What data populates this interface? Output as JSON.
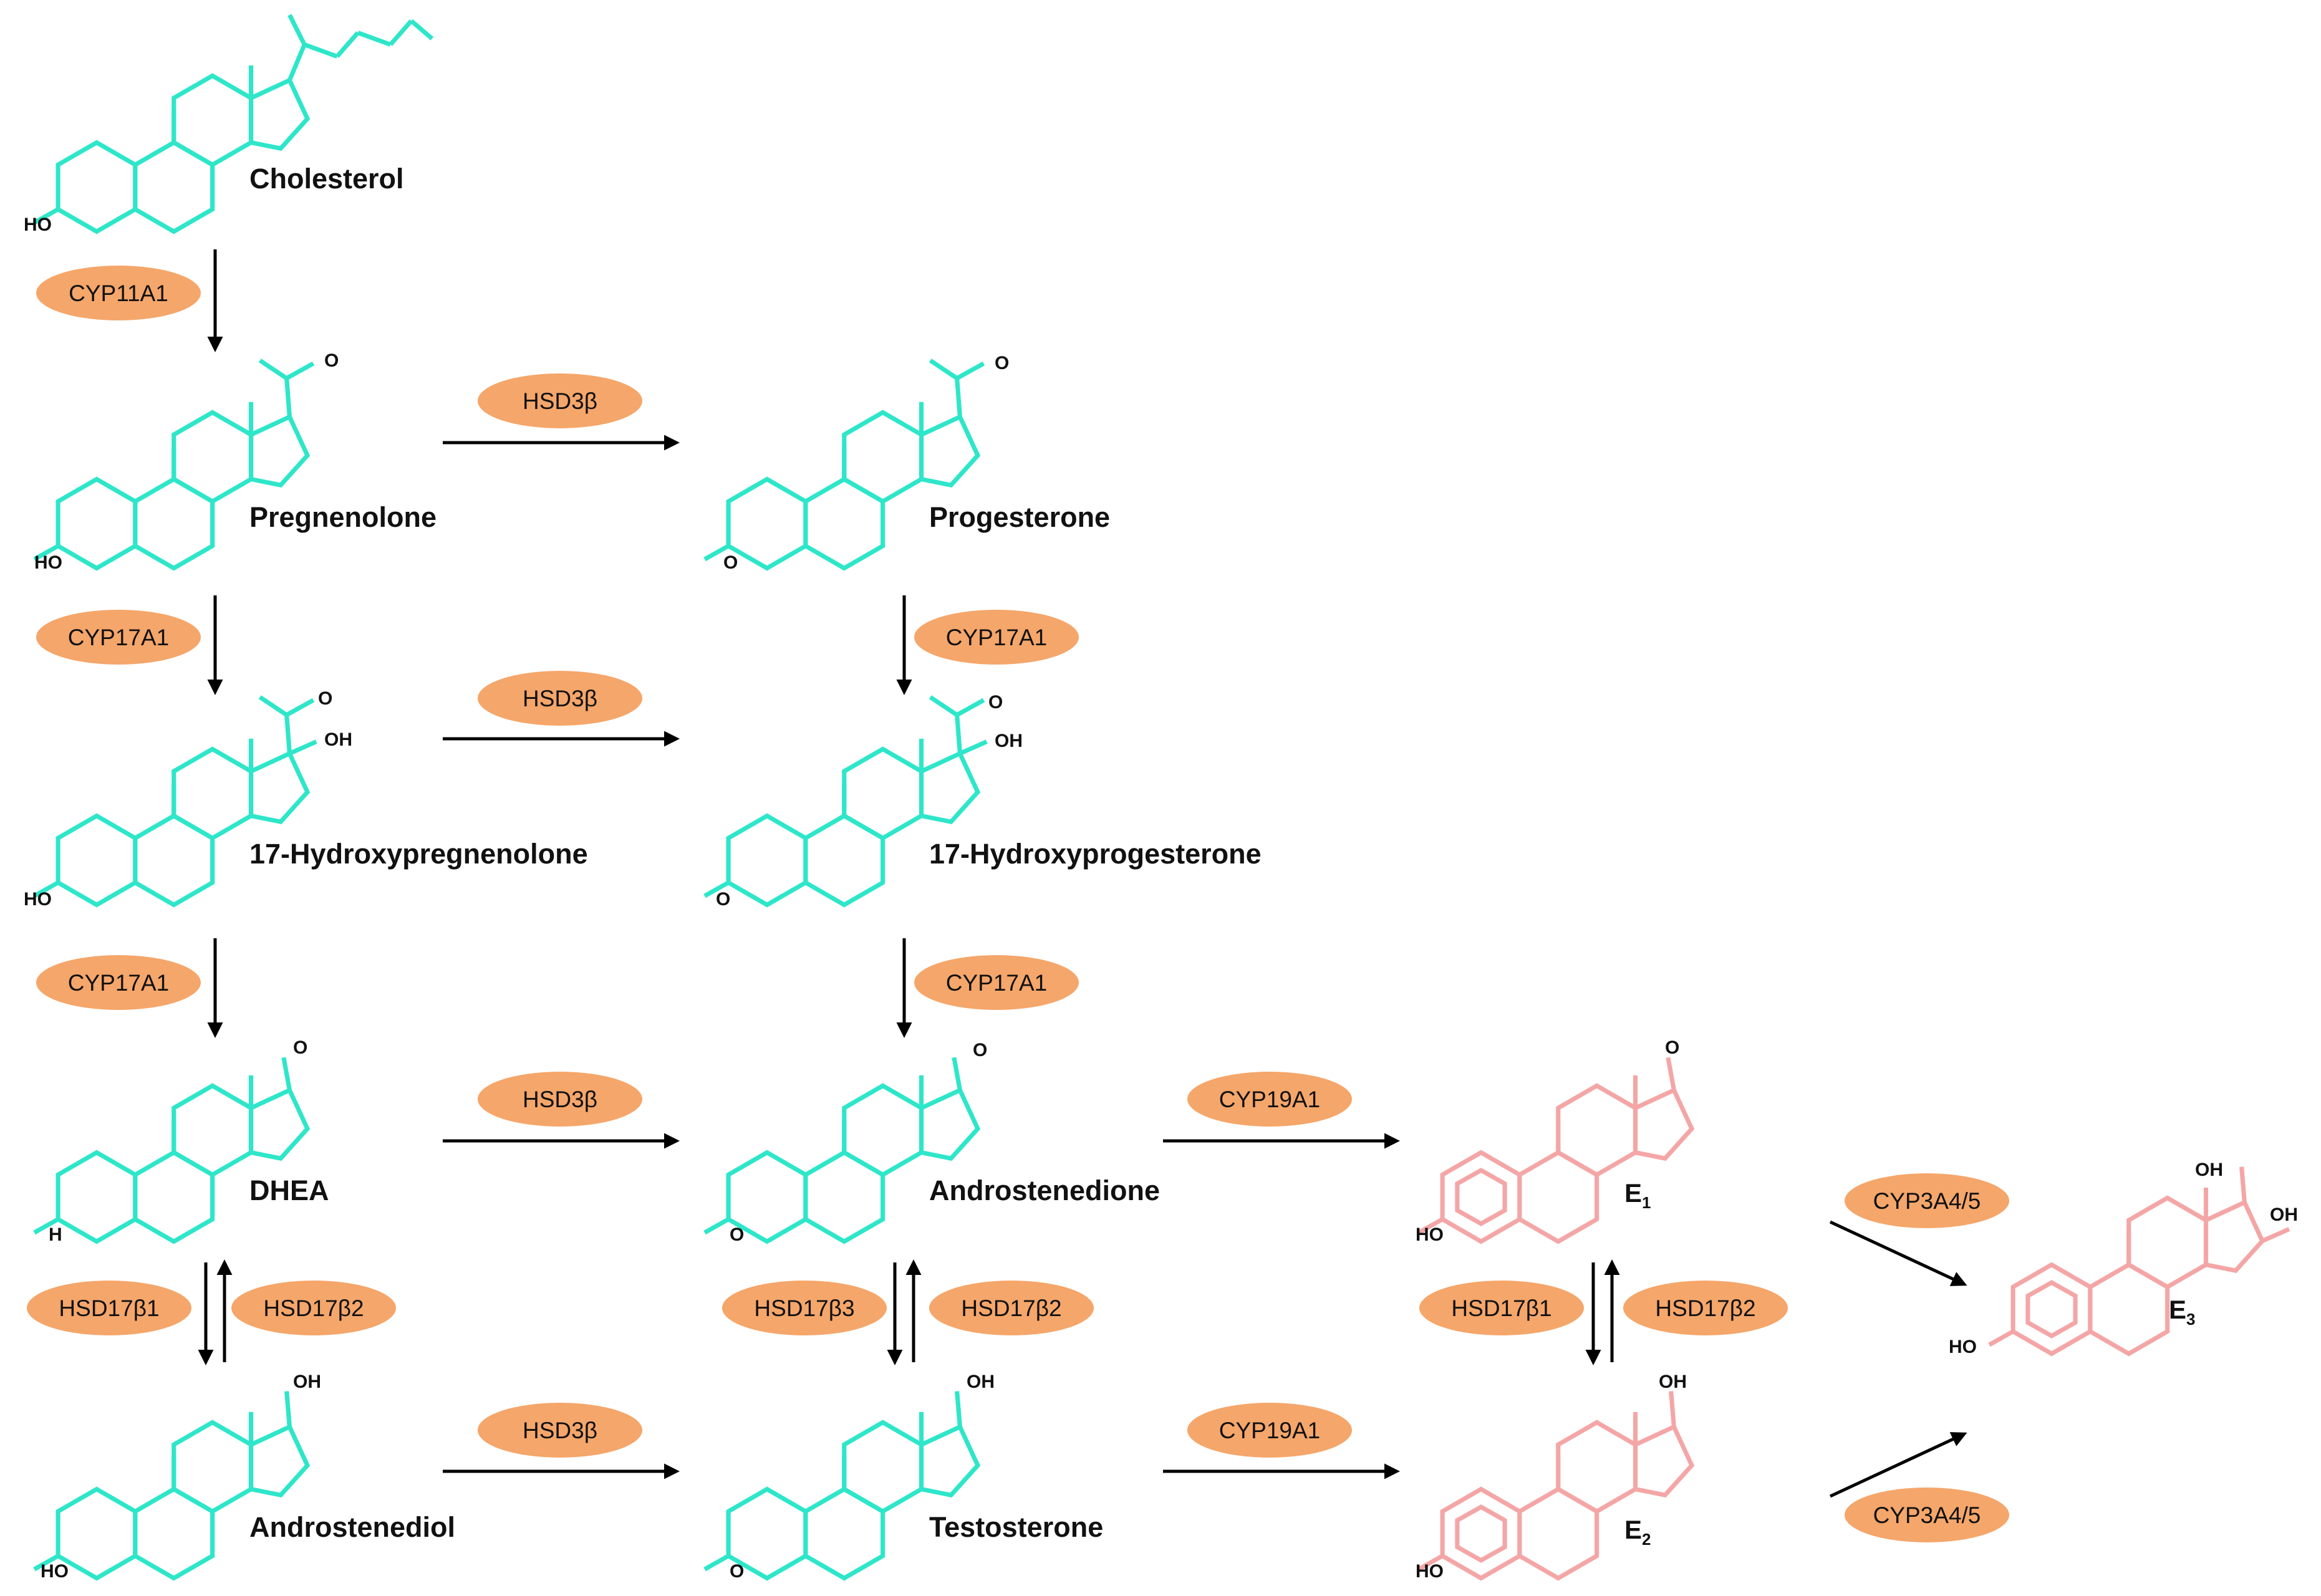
{
  "colors": {
    "steroid": "#2EE6C9",
    "estrogen": "#F4A6A6",
    "enzyme_fill": "#F5A66A",
    "arrow": "#000000",
    "text": "#111111"
  },
  "compounds": {
    "cholesterol": "Cholesterol",
    "pregnenolone": "Pregnenolone",
    "progesterone": "Progesterone",
    "hydroxypregnenolone": "17-Hydroxypregnenolone",
    "hydroxyprogesterone": "17-Hydroxyprogesterone",
    "dhea": "DHEA",
    "androstenedione": "Androstenedione",
    "androstenediol": "Androstenediol",
    "testosterone": "Testosterone",
    "e1_letter": "E",
    "e1_sub": "1",
    "e2_letter": "E",
    "e2_sub": "2",
    "e3_letter": "E",
    "e3_sub": "3"
  },
  "atoms": {
    "ho": "HO",
    "oh": "OH",
    "o": "O",
    "h": "H"
  },
  "enzymes": {
    "cyp11a1": "CYP11A1",
    "cyp17a1": "CYP17A1",
    "hsd3b": "HSD3β",
    "cyp19a1": "CYP19A1",
    "cyp3a45": "CYP3A4/5",
    "hsd17b1": "HSD17β1",
    "hsd17b2": "HSD17β2",
    "hsd17b3": "HSD17β3"
  }
}
